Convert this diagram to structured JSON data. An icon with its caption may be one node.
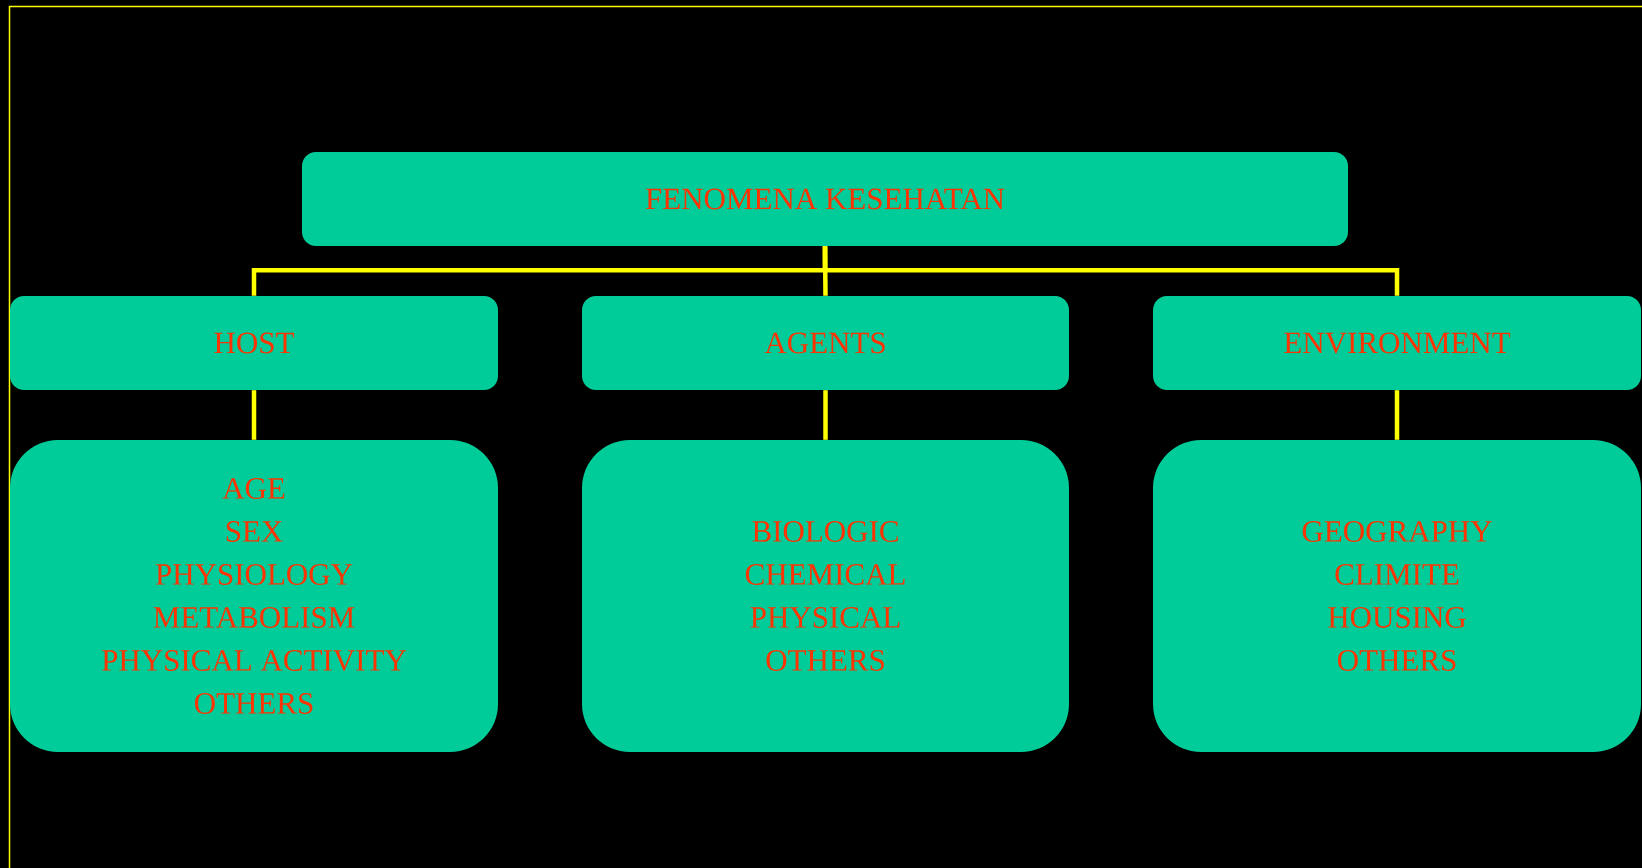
{
  "diagram": {
    "nodes": [
      {
        "text": [
          "FENOMENA KESEHATAN"
        ]
      },
      {
        "text": [
          "HOST"
        ]
      },
      {
        "text": [
          "AGENTS"
        ]
      },
      {
        "text": [
          "ENVIRONMENT"
        ]
      },
      {
        "text": [
          "AGE",
          "SEX",
          "PHYSIOLOGY",
          "METABOLISM",
          "PHYSICAL ACTIVITY",
          "OTHERS"
        ]
      },
      {
        "text": [
          "BIOLOGIC",
          "CHEMICAL",
          "PHYSICAL",
          "OTHERS"
        ]
      },
      {
        "text": [
          "GEOGRAPHY",
          "CLIMITE",
          "HOUSING",
          "OTHERS"
        ]
      }
    ],
    "edges": [
      {
        "from": 0,
        "to": 1,
        "arrow": "none"
      },
      {
        "from": 0,
        "to": 2,
        "arrow": "none"
      },
      {
        "from": 0,
        "to": 3,
        "arrow": "none"
      },
      {
        "from": 1,
        "to": 4,
        "arrow": "none"
      },
      {
        "from": 2,
        "to": 5,
        "arrow": "none"
      },
      {
        "from": 3,
        "to": 6,
        "arrow": "none"
      }
    ]
  }
}
